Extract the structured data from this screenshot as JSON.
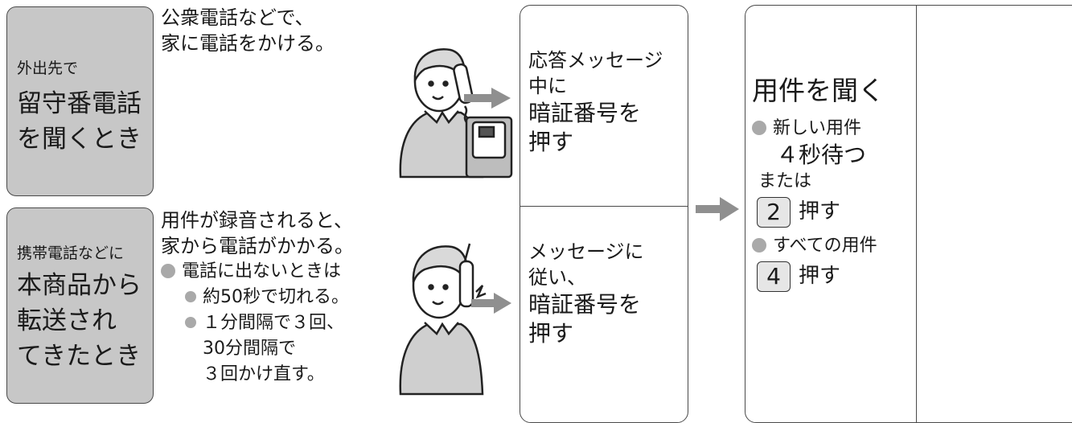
{
  "scenario_remote": {
    "label_small": "外出先で",
    "label_big_1": "留守番電話",
    "label_big_2": "を聞くとき",
    "desc_1": "公衆電話などで、",
    "desc_2": "家に電話をかける。"
  },
  "scenario_forward": {
    "label_small": "携帯電話などに",
    "label_big_1": "本商品から",
    "label_big_2": "転送され",
    "label_big_3": "てきたとき",
    "desc_1": "用件が録音されると、",
    "desc_2": "家から電話がかかる。",
    "note_title": "電話に出ないときは",
    "note_1": "約50秒で切れる。",
    "note_2": "１分間隔で３回、",
    "note_3": "30分間隔で",
    "note_4": "３回かけ直す。"
  },
  "step_pin_remote": {
    "line_1": "応答メッセージ",
    "line_2": "中に",
    "strong_1": "暗証番号を",
    "strong_2": "押す"
  },
  "step_pin_forward": {
    "line_1": "メッセージに",
    "line_2": "従い、",
    "strong_1": "暗証番号を",
    "strong_2": "押す"
  },
  "listen": {
    "title": "用件を聞く",
    "new_label": "新しい用件",
    "new_wait": "４秒待つ",
    "or": "または",
    "key_new": "2",
    "press": "押す",
    "all_label": "すべての用件",
    "key_all": "4"
  },
  "colors": {
    "gray_box": "#c7c7c7",
    "arrow": "#8f8f8f",
    "bullet": "#a9a9a9"
  }
}
